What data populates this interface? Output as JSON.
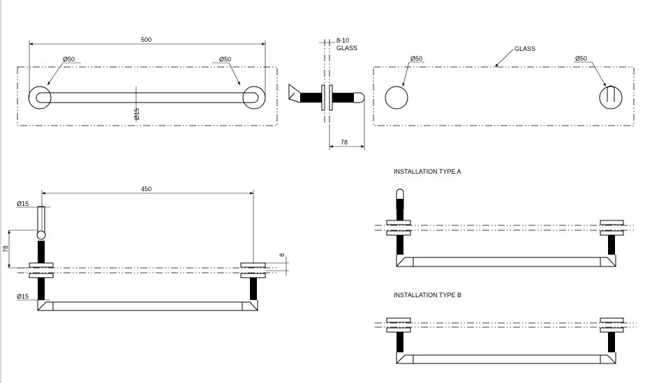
{
  "top_view": {
    "dim_length": "500",
    "dia_left": "Ø50",
    "dia_right": "Ø50",
    "dia_bar": "Ø15"
  },
  "side_view": {
    "glass_thickness": "8-10",
    "glass_label": "GLASS",
    "dim_depth": "78"
  },
  "back_view": {
    "glass_label": "GLASS",
    "dia_left": "Ø50",
    "dia_right": "Ø50"
  },
  "front_view": {
    "dim_length": "450",
    "dia_top": "Ø15",
    "dia_bottom": "Ø15",
    "dim_height": "78",
    "dim_plate": "8"
  },
  "install_a": {
    "title": "INSTALLATION TYPE A"
  },
  "install_b": {
    "title": "INSTALLATION TYPE B"
  }
}
